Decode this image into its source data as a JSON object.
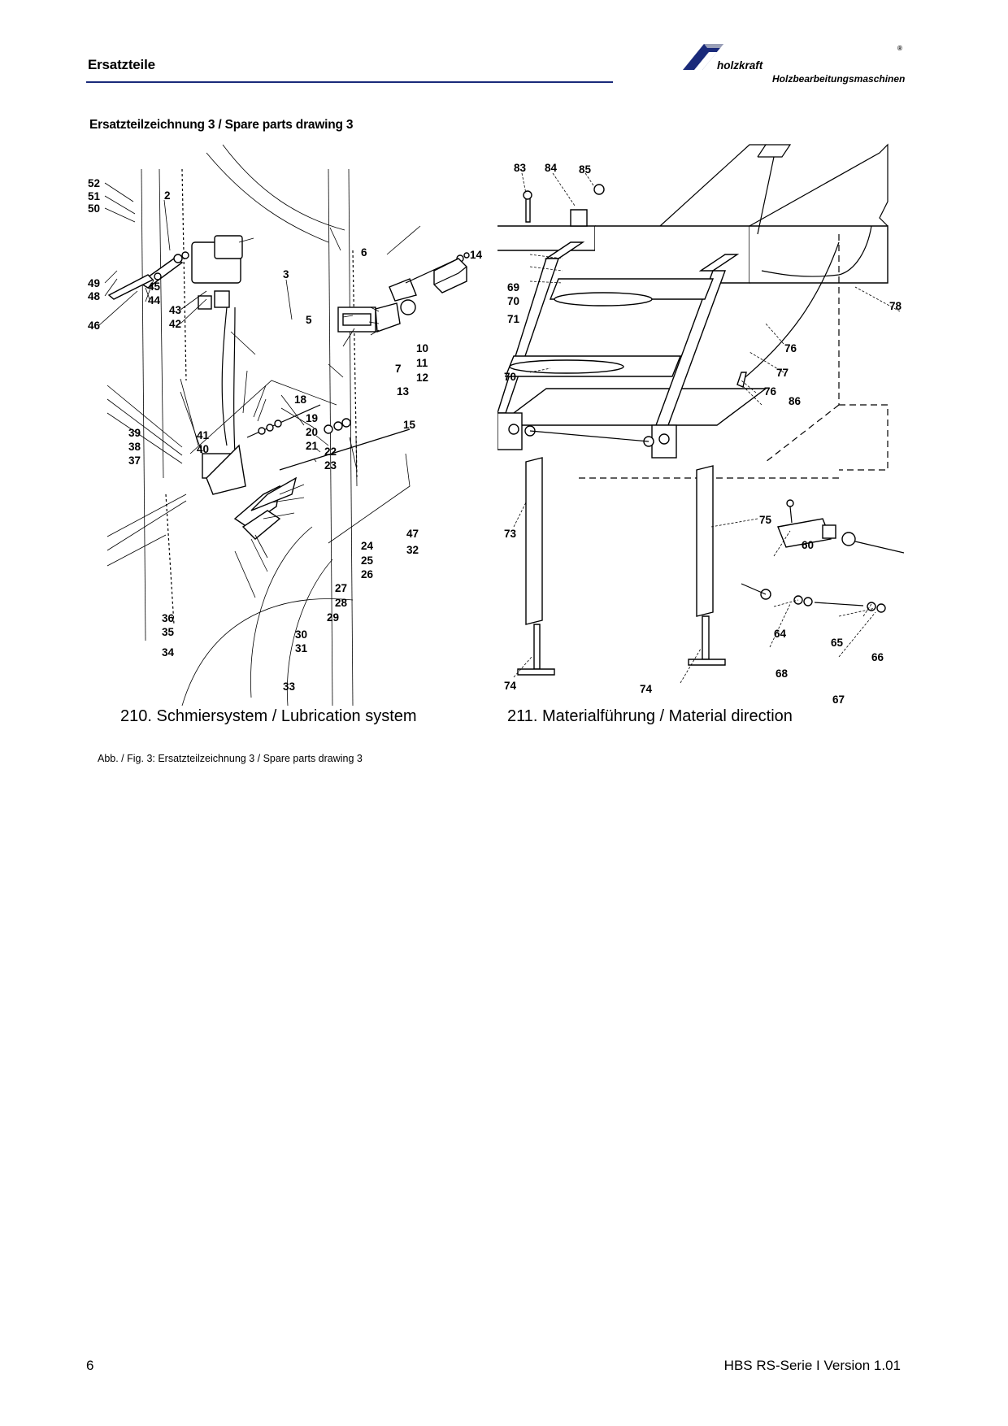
{
  "header": {
    "title": "Ersatzteile",
    "brand_name": "holzkraft",
    "brand_tagline": "Holzbearbeitungsmaschinen",
    "brand_color": "#1a2a7a"
  },
  "section_heading": "Ersatzteilzeichnung 3 / Spare parts drawing 3",
  "drawings": {
    "left": {
      "caption": "210. Schmiersystem / Lubrication system",
      "labels": [
        "52",
        "51",
        "50",
        "2",
        "3",
        "49",
        "48",
        "45",
        "44",
        "46",
        "43",
        "42",
        "5",
        "6",
        "14",
        "10",
        "11",
        "12",
        "7",
        "13",
        "18",
        "15",
        "19",
        "20",
        "21",
        "22",
        "23",
        "39",
        "38",
        "37",
        "41",
        "40",
        "24",
        "25",
        "26",
        "47",
        "32",
        "27",
        "28",
        "29",
        "36",
        "35",
        "34",
        "30",
        "31",
        "33"
      ]
    },
    "right": {
      "caption": "211. Materialführung / Material direction",
      "labels": [
        "83",
        "84",
        "85",
        "69",
        "70",
        "71",
        "78",
        "76",
        "70",
        "77",
        "76",
        "86",
        "73",
        "75",
        "60",
        "74",
        "74",
        "64",
        "65",
        "66",
        "68",
        "67"
      ]
    }
  },
  "figure_note": "Abb. / Fig. 3: Ersatzteilzeichnung 3 / Spare parts drawing 3",
  "footer": {
    "page_number": "6",
    "document": "HBS RS-Serie I Version 1.01"
  }
}
